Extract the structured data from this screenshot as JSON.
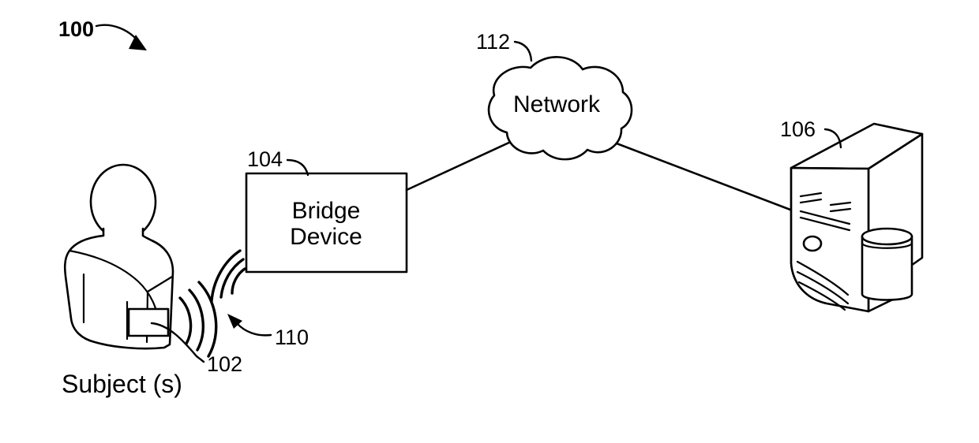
{
  "figure": {
    "number": "100",
    "background_color": "#ffffff",
    "line_color": "#000000"
  },
  "nodes": {
    "subject": {
      "caption": "Subject (s)",
      "ref": "102",
      "icon": "person-torso-icon",
      "wearable_icon": "wearable-device-icon"
    },
    "bridge_device": {
      "label_line1": "Bridge",
      "label_line2": "Device",
      "ref": "104"
    },
    "network": {
      "label": "Network",
      "ref": "112",
      "icon": "cloud-icon"
    },
    "server": {
      "ref": "106",
      "icon": "server-tower-icon",
      "storage_icon": "database-cylinder-icon"
    },
    "wireless_link": {
      "ref": "110",
      "icon": "wireless-signal-icon"
    }
  },
  "connections": [
    {
      "from": "bridge_device",
      "to": "network",
      "style": "solid-line"
    },
    {
      "from": "network",
      "to": "server",
      "style": "solid-line"
    },
    {
      "from": "subject",
      "to": "bridge_device",
      "style": "wireless-arcs"
    }
  ]
}
